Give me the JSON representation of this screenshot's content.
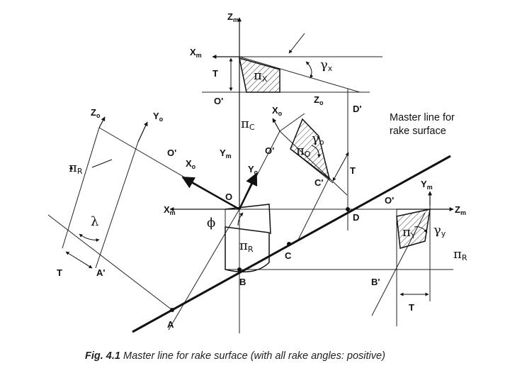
{
  "caption": {
    "figure": "Fig. 4.1",
    "text": "Master line for rake surface (with all rake angles: positive)"
  },
  "labels": {
    "Zm_top": {
      "base": "Z",
      "sub": "m"
    },
    "Xm_top": {
      "base": "X",
      "sub": "m"
    },
    "T_top": "T",
    "O_prime_top": "O'",
    "Zo_top": {
      "base": "Z",
      "sub": "o"
    },
    "D_prime": "D'",
    "Zo_left": {
      "base": "Z",
      "sub": "o"
    },
    "Yo_left": {
      "base": "Y",
      "sub": "o"
    },
    "O_prime_left": "O'",
    "Xo_left": {
      "base": "X",
      "sub": "o"
    },
    "Xo_mid": {
      "base": "X",
      "sub": "o"
    },
    "O_prime_mid": "O'",
    "Ym_mid": {
      "base": "Y",
      "sub": "m"
    },
    "Yo_mid": {
      "base": "Y",
      "sub": "o"
    },
    "T_mid": "T",
    "C_prime": "C'",
    "O_center": "O",
    "Xm_center": {
      "base": "X",
      "sub": "m"
    },
    "D": "D",
    "C": "C",
    "B": "B",
    "A": "A",
    "A_prime": "A'",
    "T_left": "T",
    "O_prime_right": "O'",
    "Ym_right": {
      "base": "Y",
      "sub": "m"
    },
    "Zm_right": {
      "base": "Z",
      "sub": "m"
    },
    "B_prime": "B'",
    "T_right": "T",
    "master_line_1": "Master line for",
    "master_line_2": "rake surface"
  },
  "greek": {
    "gamma_x": {
      "base": "γ",
      "sub": "x"
    },
    "pi_x": {
      "base": "π",
      "sub": "X"
    },
    "pi_c": {
      "base": "π",
      "sub": "C"
    },
    "gamma_o": {
      "base": "γ",
      "sub": "o"
    },
    "pi_o": {
      "base": "π",
      "sub": "O"
    },
    "pi_R_left": {
      "base": "π",
      "sub": "R"
    },
    "lambda": "λ",
    "phi": "ϕ",
    "pi_R_mid": {
      "base": "π",
      "sub": "R"
    },
    "pi_Y": {
      "base": "π",
      "sub": "Y"
    },
    "gamma_y": {
      "base": "γ",
      "sub": "y"
    },
    "pi_R_right": {
      "base": "π",
      "sub": "R"
    }
  }
}
